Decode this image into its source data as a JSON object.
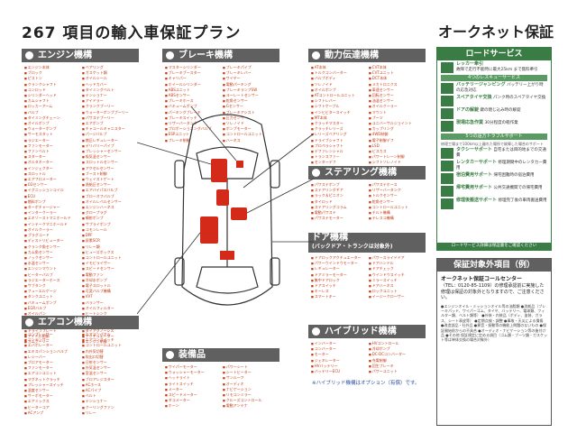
{
  "title": "267 項目の輸入車保証プラン",
  "brand": "オークネット保証",
  "engine": {
    "heading": "エンジン機構",
    "items_a": [
      "エンジン本体",
      "ブロック",
      "ピストン",
      "クランクシャフト",
      "コンロッド",
      "シリンダーヘッド",
      "カムシャフト",
      "ロッカーアーム",
      "バルブ",
      "タイミングチェーン",
      "オイルポンプ",
      "ウォーターポンプ",
      "サーモスタット",
      "ラジエーター",
      "ファンモーター",
      "ファンベルト",
      "スターター",
      "オルタネーター",
      "インジェクター",
      "スロットル",
      "エアフロメーター",
      "O2センサー",
      "イグニッションコイル",
      "ECU",
      "燃料ポンプ",
      "ターボチャージャー",
      "インタークーラー",
      "エキゾーストマニホールド",
      "インテークマニホールド",
      "オイルクーラー",
      "プラグコード",
      "ディストリビューター",
      "クランク角センサー",
      "カム角センサー",
      "ノックセンサー",
      "水温センサー",
      "エンジンマウント",
      "ヒーターバルブ",
      "ラジエーターホース",
      "サブタンク",
      "フューエルゲージ",
      "タンクユニット",
      "バキュームポンプ",
      "EGRバルブ",
      "オイルパン",
      "オイルストレーナ",
      "フライホイール",
      "ドライブプレート",
      "アイドル制御",
      "カムプーリー"
    ],
    "items_b": [
      "ベアリング",
      "ガスケット類",
      "オイルシール",
      "ヘッドカバー",
      "タイミングベルト",
      "テンショナー",
      "アイドラー",
      "クランクプーリー",
      "ウォーターポンププーリー",
      "パワステプーリー",
      "エアポンプ",
      "チャコールキャニスター",
      "パージバルブ",
      "燃圧レギュレーター",
      "デリバリーパイプ",
      "プレッシャーセンサー",
      "吸気温センサー",
      "スロットルセンサー",
      "アクセルセンサー",
      "ブースト制御",
      "ウェイストゲート",
      "過給圧センサー",
      "エアバイパスバルブ",
      "ブローオフバルブ",
      "オイルレベルセンサー",
      "エンジンハーネス",
      "グロープラグ",
      "噴射ポンプ",
      "サプライポンプ",
      "コモンレール",
      "DPF",
      "尿素SCR",
      "リレー類",
      "ヒューズボックス",
      "コントロールユニット",
      "イモビライザー",
      "スピードセンサー",
      "電動ファン",
      "冷却水ポンプ",
      "電子スロットル",
      "可変バルブ機構",
      "VVT",
      "バランサー",
      "オイルフィルター",
      "ヒートシンク",
      "サーキットブレーカー",
      "メインリレー",
      "ダイアグノーシス",
      "アクチュエーター",
      "エンジン制御"
    ]
  },
  "brake": {
    "heading": "ブレーキ機構",
    "items_a": [
      "マスターシリンダー",
      "ブレーキブースター",
      "キャリパー",
      "ホイールシリンダー",
      "ABSユニット",
      "ABSセンサー",
      "ブレーキホース",
      "バキュームポンプ",
      "パーキングブレーキ",
      "ブレーキスイッチ",
      "リザーバータンク",
      "プロポーショニングバルブ",
      "ESPユニット",
      "ブレーキ制御"
    ],
    "items_b": [
      "ブレーキパイプ",
      "ブレーキレバー",
      "ワイヤー",
      "電動パーキング",
      "ブレーキランプSW",
      "ヨーレートセンサー",
      "舵角センサー",
      "Gセンサー",
      "ブレーキアシスト",
      "圧力センサー",
      "ソレノイド",
      "ポンプモーター",
      "コントロールユニット",
      "ハーネス"
    ]
  },
  "drive": {
    "heading": "動力伝達機構",
    "items_a": [
      "AT本体",
      "トルクコンバーター",
      "バルブボディ",
      "ソレノイド",
      "オイルポンプ",
      "ATコントロールユニット",
      "シフトレバー",
      "シフトケーブル",
      "インヒビタースイッチ",
      "MT本体",
      "クラッチマスター",
      "クラッチレリーズ",
      "レリーズベアリング",
      "ドライブシャフト",
      "プロペラシャフト",
      "デファレンシャル",
      "トランスファー",
      "センターデフ",
      "ハブベアリング",
      "等速ジョイント"
    ],
    "items_b": [
      "CVT本体",
      "CVTユニット",
      "DCT本体",
      "メカトロニクス",
      "車速センサー",
      "回転センサー",
      "油温センサー",
      "オイルクーラー",
      "マウント",
      "ブーツ",
      "ユニバーサルジョイント",
      "カップリング",
      "4WD制御",
      "電子制御デフ",
      "LSD",
      "ビスカス",
      "パワートレーン制御",
      "シフトソレノイド",
      "ロックアップ",
      "ATFポンプ"
    ]
  },
  "steering": {
    "heading": "ステアリング機構",
    "items_a": [
      "パワステポンプ",
      "ステアリングギア",
      "ラック＆ピニオン",
      "タイロッド",
      "ステアリングコラム",
      "電動パワステ",
      "パワステモーター"
    ],
    "items_b": [
      "パワステホース",
      "リザーバータンク",
      "トルクセンサー",
      "舵角センサー",
      "コントロールユニット",
      "チルト機構",
      "テレスコ機構"
    ]
  },
  "door": {
    "heading": "ドア機構",
    "subheading": "(バックドア・トランクは対象外)",
    "items_a": [
      "ドアロックアクチュエーター",
      "パワーウインドウモーター",
      "レギュレーター",
      "ドアミラーモーター",
      "集中ドアロック",
      "ドアスイッチ",
      "キーレス",
      "スマートキー"
    ],
    "items_b": [
      "パワースライドドア",
      "ドアハンドル",
      "ドアチェック",
      "ウインドウスイッチ",
      "ミラースイッチ",
      "ドアハーネス",
      "ロックユニット",
      "イージークローザー"
    ]
  },
  "aircon": {
    "heading": "エアコン機構",
    "items_a": [
      "コンプレッサー",
      "コンデンサー",
      "エバポレーター",
      "エキスパンションバルブ",
      "レシーバー",
      "ブロアモーター",
      "ファンモーター",
      "エアコンユニット",
      "マグネットクラッチ",
      "プレッシャースイッチ",
      "温度センサー",
      "サーボモーター",
      "エアミックス",
      "ヒーターコア",
      "ACアンプ"
    ],
    "items_b": [
      "エアコンパネル",
      "エアコンスイッチ",
      "コントロールユニット",
      "内外気切替",
      "吹出口切替",
      "日射センサー",
      "外気温センサー",
      "室温センサー",
      "ブロアレジスター",
      "ACホース",
      "ACパイプ",
      "ベルト",
      "テンショナー",
      "クーリングファン",
      "リレー"
    ]
  },
  "equip": {
    "heading": "装備品",
    "items_a": [
      "ワイパーモーター",
      "ウォッシャーモーター",
      "ヘッドライト",
      "ライトスイッチ",
      "メーター",
      "スピードメーター",
      "タコメーター",
      "ホーン"
    ],
    "items_b": [
      "パワーシート",
      "シートヒーター",
      "サンルーフ",
      "オーディオ",
      "ナビゲーション",
      "リモコンミラー",
      "クルーズコントロール",
      "電動アンテナ"
    ]
  },
  "hybrid": {
    "heading": "ハイブリッド機構",
    "items_a": [
      "インバーター",
      "コンバーター",
      "モーター",
      "ジェネレーター",
      "HVバッテリー",
      "バッテリーECU"
    ],
    "items_b": [
      "HVコントロール",
      "冷却ポンプ",
      "DC-DCコンバーター",
      "充電制御",
      "回生ブレーキ",
      "パワーユニット"
    ],
    "note": "※ハイブリッド機構はオプション（有償）です。"
  },
  "road": {
    "heading": "ロードサービス",
    "sub1": "レッカー牽引",
    "sub1_desc": "故障で走行不能時に最大25km まで無料牽引",
    "sub2": "4つのレスキューサービス",
    "services": [
      {
        "name": "バッテリージャンピング",
        "desc": "バッテリー上がり時の応急対応"
      },
      {
        "name": "スペアタイヤ交換",
        "desc": "パンク時のスペアタイヤ交換"
      },
      {
        "name": "ドアの解錠",
        "desc": "鍵の閉じ込み時の解錠"
      },
      {
        "name": "現場応急作業",
        "desc": "30分程度の軽作業"
      }
    ],
    "sub3": "5つの遠方トラブルサポート",
    "sub3_desc": "修理工場まで100km以上離れた場所で故障した場合のサポート",
    "support": [
      {
        "name": "タクシーサポート",
        "desc": "自宅または目的地までの交通費"
      },
      {
        "name": "レンタカーサポート",
        "desc": "修理期間中のレンタカー費用"
      },
      {
        "name": "宿泊費用サポート",
        "desc": "帰宅困難時の宿泊費用"
      },
      {
        "name": "帰宅費用サポート",
        "desc": "公共交通機関での帰宅費用"
      },
      {
        "name": "修理後搬送サポート",
        "desc": "修理完了後の車両搬送費用"
      }
    ],
    "footer": "ロードサービス詳細は保証書をご確認ください"
  },
  "coverage": {
    "heading": "保証対象外項目（例）",
    "center_label": "オークネット保証コールセンター",
    "phone": "（TEL：0120-85-1109）の修理承認前に実施した修理は保証の対象外となりますので、ご注意ください。",
    "body": "●エンジンオイル・ミッションオイル等の油脂類 ●消耗品（ブレーキパッド、ワイパーゴム、タイヤ、バッテリー、電球類、フィルター類、ベルト類等） ●外装・内装品（ボディ、塗装、ガラス、シート表皮等） ●定期点検・調整 ●事故・天災による損傷 ●改造部品・社外品 ●異音・振動等の機能上問題のないもの ●保証開始前からの不具合 ●オーディオ・ナビゲーション等の後付け品 ●その他 保証規定に定める項目（ゴム類・ブーツ類・ガスケット等は単体交換の場合対象外）"
  }
}
